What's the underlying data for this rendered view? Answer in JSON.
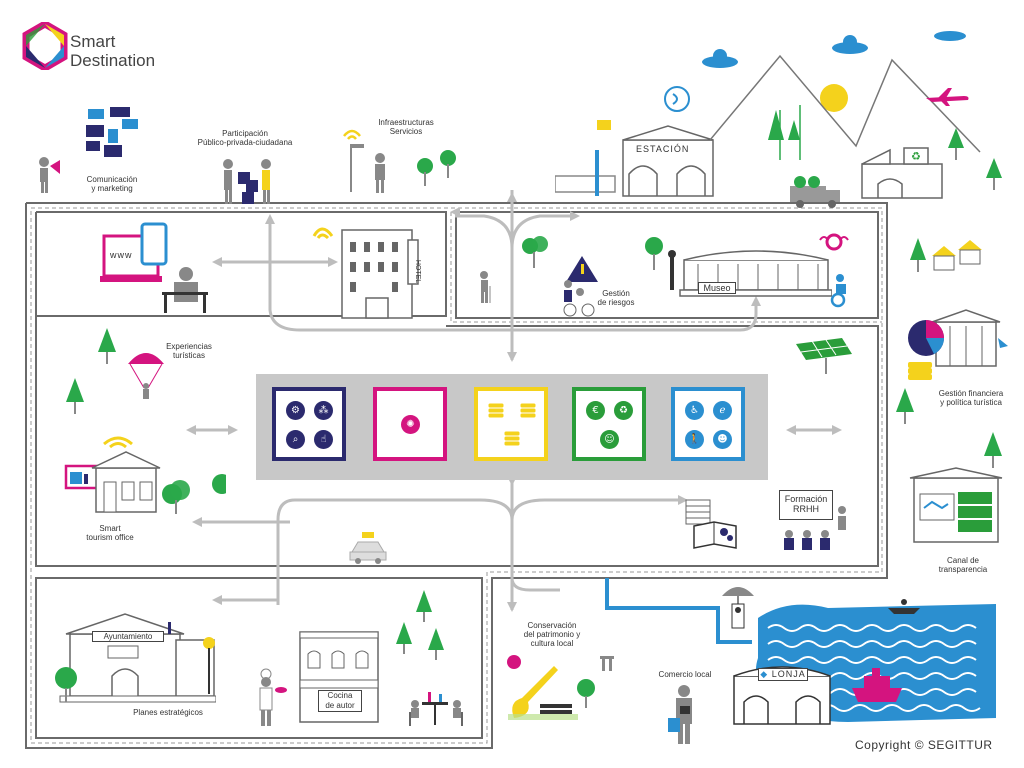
{
  "logo": {
    "line1": "Smart",
    "line2": "Destination"
  },
  "copyright": "Copyright © SEGITTUR",
  "labels": {
    "comunicacion": [
      "Comunicación",
      "y marketing"
    ],
    "participacion": [
      "Participación",
      "Público-privada-ciudadana"
    ],
    "infraestructuras": [
      "Infraestructuras",
      "Servicios"
    ],
    "experiencias": [
      "Experiencias",
      "turísticas"
    ],
    "smart_office": [
      "Smart",
      "tourism office"
    ],
    "gestion_riesgos": [
      "Gestión",
      "de riesgos"
    ],
    "gestion_financiera": [
      "Gestión financiera",
      "y política turística"
    ],
    "canal": [
      "Canal de",
      "transparencia"
    ],
    "conservacion": [
      "Conservación",
      "del patrimonio y",
      "cultura local"
    ],
    "comercio": "Comercio local",
    "planes": "Planes estratégicos"
  },
  "signs": {
    "estacion": "ESTACIÓN",
    "museo": "Museo",
    "formacion": [
      "Formación",
      "RRHH"
    ],
    "ayuntamiento": "Ayuntamiento",
    "cocina": [
      "Cocina",
      "de autor"
    ],
    "lonja": "LONJA",
    "hotel": "HOTEL",
    "www": "www"
  },
  "icons": [
    "gears-icon",
    "network-icon",
    "magnifier-icon",
    "touch-icon",
    "lightbulb-icon",
    "coins-icon",
    "euro-icon",
    "recycle-icon",
    "mask-icon",
    "wheelchair-icon",
    "ear-icon",
    "blind-walker-icon",
    "theatre-icon"
  ],
  "colors": {
    "navy": "#2b2a6e",
    "magenta": "#d4147f",
    "yellow": "#f4d21c",
    "green": "#2a9d3a",
    "blue": "#2b8fd0",
    "tree": "#2aa84a",
    "road": "#666666",
    "panel": "#c8c8c8"
  }
}
